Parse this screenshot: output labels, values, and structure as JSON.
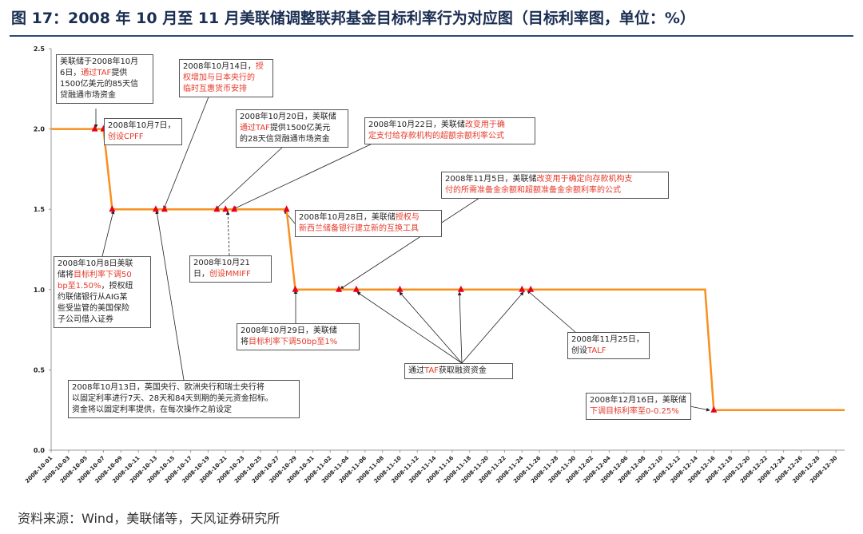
{
  "title": "图 17：2008 年 10 月至 11 月美联储调整联邦基金目标利率行为对应图（目标利率图，单位：%）",
  "source": "资料来源：Wind，美联储等，天风证券研究所",
  "colors": {
    "line": "#f7901e",
    "marker": "#e8001c",
    "highlight": "#e53a2b",
    "title": "#1a2e52"
  },
  "chart_data": {
    "type": "line",
    "ylim": [
      0,
      2.5
    ],
    "yticks": [
      "0.0",
      "0.5",
      "1.0",
      "1.5",
      "2.0",
      "2.5"
    ],
    "xlim": [
      "2008-10-01",
      "2008-12-31"
    ],
    "xticks": [
      "2008-10-01",
      "2008-10-03",
      "2008-10-05",
      "2008-10-07",
      "2008-10-09",
      "2008-10-11",
      "2008-10-13",
      "2008-10-15",
      "2008-10-17",
      "2008-10-19",
      "2008-10-21",
      "2008-10-23",
      "2008-10-25",
      "2008-10-27",
      "2008-10-29",
      "2008-10-31",
      "2008-11-02",
      "2008-11-04",
      "2008-11-06",
      "2008-11-08",
      "2008-11-10",
      "2008-11-12",
      "2008-11-14",
      "2008-11-16",
      "2008-11-18",
      "2008-11-20",
      "2008-11-22",
      "2008-11-24",
      "2008-11-26",
      "2008-11-28",
      "2008-11-30",
      "2008-12-02",
      "2008-12-04",
      "2008-12-06",
      "2008-12-08",
      "2008-12-10",
      "2008-12-12",
      "2008-12-14",
      "2008-12-16",
      "2008-12-18",
      "2008-12-20",
      "2008-12-22",
      "2008-12-24",
      "2008-12-26",
      "2008-12-28",
      "2008-12-30"
    ],
    "series": [
      {
        "points": [
          {
            "x": "2008-10-01",
            "y": 2.0
          },
          {
            "x": "2008-10-07",
            "y": 2.0
          },
          {
            "x": "2008-10-08",
            "y": 1.5
          },
          {
            "x": "2008-10-28",
            "y": 1.5
          },
          {
            "x": "2008-10-29",
            "y": 1.0
          },
          {
            "x": "2008-12-15",
            "y": 1.0
          },
          {
            "x": "2008-12-16",
            "y": 0.25
          },
          {
            "x": "2008-12-31",
            "y": 0.25
          }
        ]
      }
    ],
    "events": [
      {
        "x": "2008-10-06",
        "y": 2.0
      },
      {
        "x": "2008-10-07",
        "y": 2.0
      },
      {
        "x": "2008-10-08",
        "y": 1.5
      },
      {
        "x": "2008-10-13",
        "y": 1.5
      },
      {
        "x": "2008-10-14",
        "y": 1.5
      },
      {
        "x": "2008-10-20",
        "y": 1.5
      },
      {
        "x": "2008-10-21",
        "y": 1.5
      },
      {
        "x": "2008-10-22",
        "y": 1.5
      },
      {
        "x": "2008-10-28",
        "y": 1.5
      },
      {
        "x": "2008-10-29",
        "y": 1.0
      },
      {
        "x": "2008-11-03",
        "y": 1.0
      },
      {
        "x": "2008-11-05",
        "y": 1.0
      },
      {
        "x": "2008-11-10",
        "y": 1.0
      },
      {
        "x": "2008-11-17",
        "y": 1.0
      },
      {
        "x": "2008-11-24",
        "y": 1.0
      },
      {
        "x": "2008-11-25",
        "y": 1.0
      },
      {
        "x": "2008-12-16",
        "y": 0.25
      }
    ],
    "annotations": [
      {
        "id": "oct6",
        "text": [
          [
            "美联储于2008年10月6日，"
          ],
          [
            "",
            ""
          ],
          [
            "通过TAF",
            "r"
          ]
        ],
        "lines": [
          [
            [
              "美联储于2008年10月",
              ""
            ]
          ],
          [
            [
              "6日，",
              ""
            ],
            [
              "通过TAF",
              "r"
            ],
            [
              "提供",
              ""
            ]
          ],
          [
            [
              "1500亿美元的85天信",
              ""
            ]
          ],
          [
            [
              "贷融通市场资金",
              ""
            ]
          ]
        ],
        "target": {
          "x": "2008-10-06",
          "y": 2.0
        }
      },
      {
        "id": "oct7",
        "lines": [
          [
            [
              "2008年10月7日，",
              ""
            ]
          ],
          [
            [
              "创设CPFF",
              "r"
            ]
          ]
        ],
        "target": {
          "x": "2008-10-07",
          "y": 2.0
        }
      },
      {
        "id": "oct14",
        "lines": [
          [
            [
              "2008年10月14日，",
              ""
            ],
            [
              "授",
              "r"
            ]
          ],
          [
            [
              "权增加与日本央行的",
              "r"
            ]
          ],
          [
            [
              "临时互惠货币安排",
              "r"
            ]
          ]
        ],
        "target": {
          "x": "2008-10-14",
          "y": 1.5
        }
      },
      {
        "id": "oct20",
        "lines": [
          [
            [
              "2008年10月20日，美联储",
              ""
            ]
          ],
          [
            [
              "通过TAF",
              "r"
            ],
            [
              "提供1500亿美元",
              ""
            ]
          ],
          [
            [
              "的28天信贷融通市场资金",
              ""
            ]
          ]
        ],
        "target": {
          "x": "2008-10-20",
          "y": 1.5
        }
      },
      {
        "id": "oct22",
        "lines": [
          [
            [
              "2008年10月22日，美联储",
              ""
            ],
            [
              "改变用于确",
              "r"
            ]
          ],
          [
            [
              "定支付给存款机构的超额余额利率公式",
              "r"
            ]
          ]
        ],
        "target": {
          "x": "2008-10-22",
          "y": 1.5
        }
      },
      {
        "id": "nov5",
        "lines": [
          [
            [
              "2008年11月5日，美联储",
              ""
            ],
            [
              "改变用于确定向存款机构支",
              "r"
            ]
          ],
          [
            [
              "付的所需准备金余额和超额准备金余额利率的公式",
              "r"
            ]
          ]
        ],
        "target": {
          "x": "2008-11-05",
          "y": 1.0
        }
      },
      {
        "id": "oct28",
        "lines": [
          [
            [
              "2008年10月28日，美联储",
              ""
            ],
            [
              "授权与",
              "r"
            ]
          ],
          [
            [
              "新西兰储备银行建立新的互换工具",
              "r"
            ]
          ]
        ],
        "target": {
          "x": "2008-10-28",
          "y": 1.5
        }
      },
      {
        "id": "oct8",
        "lines": [
          [
            [
              "2008年10月8日美联",
              ""
            ]
          ],
          [
            [
              "储将",
              ""
            ],
            [
              "目标利率下调50",
              "r"
            ]
          ],
          [
            [
              "bp至1.50%",
              "r"
            ],
            [
              "，授权纽",
              ""
            ]
          ],
          [
            [
              "约联储银行从AIG某",
              ""
            ]
          ],
          [
            [
              "些受监管的美国保险",
              ""
            ]
          ],
          [
            [
              "子公司借入证券",
              ""
            ]
          ]
        ],
        "target": {
          "x": "2008-10-08",
          "y": 1.5
        }
      },
      {
        "id": "oct21",
        "lines": [
          [
            [
              "2008年10月21",
              ""
            ]
          ],
          [
            [
              "日，",
              ""
            ],
            [
              "创设MMIFF",
              "r"
            ]
          ]
        ],
        "target": {
          "x": "2008-10-21",
          "y": 1.5
        }
      },
      {
        "id": "oct29",
        "lines": [
          [
            [
              "2008年10月29日，美联储",
              ""
            ]
          ],
          [
            [
              "将",
              ""
            ],
            [
              "目标利率下调50bp至1%",
              "r"
            ]
          ]
        ],
        "target": {
          "x": "2008-10-29",
          "y": 1.0
        }
      },
      {
        "id": "taf",
        "lines": [
          [
            [
              "通过",
              ""
            ],
            [
              "TAF",
              "r"
            ],
            [
              "获取融资资金",
              ""
            ]
          ]
        ],
        "targets": [
          {
            "x": "2008-11-03",
            "y": 1.0
          },
          {
            "x": "2008-11-10",
            "y": 1.0
          },
          {
            "x": "2008-11-17",
            "y": 1.0
          },
          {
            "x": "2008-11-24",
            "y": 1.0
          }
        ]
      },
      {
        "id": "nov25",
        "lines": [
          [
            [
              "2008年11月25日，",
              ""
            ]
          ],
          [
            [
              "创设",
              ""
            ],
            [
              "TALF",
              "r"
            ]
          ]
        ],
        "target": {
          "x": "2008-11-25",
          "y": 1.0
        }
      },
      {
        "id": "oct13",
        "lines": [
          [
            [
              "2008年10月13日，英国央行、欧洲央行和瑞士央行将",
              ""
            ]
          ],
          [
            [
              "以固定利率进行7天、28天和84天到期的美元资金招标。",
              ""
            ]
          ],
          [
            [
              "资金将以固定利率提供，在每次操作之前设定",
              ""
            ]
          ]
        ],
        "target": {
          "x": "2008-10-13",
          "y": 1.5
        }
      },
      {
        "id": "dec16",
        "lines": [
          [
            [
              "2008年12月16日，美联储",
              ""
            ]
          ],
          [
            [
              "下调目标利率至0-0.25%",
              "r"
            ]
          ]
        ],
        "target": {
          "x": "2008-12-16",
          "y": 0.25
        }
      }
    ]
  }
}
